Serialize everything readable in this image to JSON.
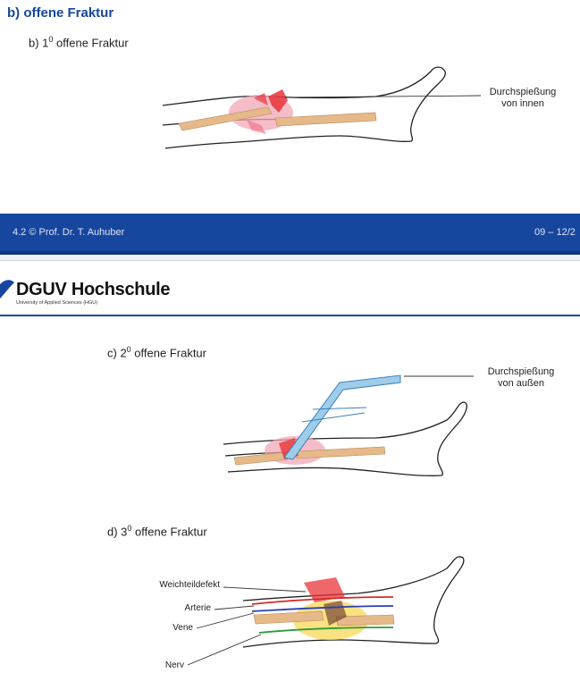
{
  "section": {
    "heading": "b) offene Fraktur"
  },
  "panel_b": {
    "prefix": "b) 1",
    "degree": "0",
    "suffix": " offene Fraktur",
    "label_line1": "Durchspießung",
    "label_line2": "von innen"
  },
  "footer": {
    "left": "4.2 © Prof. Dr. T. Auhuber",
    "right": "09 – 12/2"
  },
  "logo": {
    "name": "DGUV Hochschule",
    "tagline": "University of Applied Sciences (HGU)"
  },
  "panel_c": {
    "prefix": "c) 2",
    "degree": "0",
    "suffix": " offene Fraktur",
    "label_line1": "Durchspießung",
    "label_line2": "von außen"
  },
  "panel_d": {
    "prefix": "d) 3",
    "degree": "0",
    "suffix": " offene Fraktur",
    "labels": {
      "weichteildefekt": "Weichteildefekt",
      "arterie": "Arterie",
      "vene": "Vene",
      "nerv": "Nerv"
    }
  },
  "colors": {
    "brand_blue": "#17469e",
    "bone": "#e6b98a",
    "blood": "#e8343a",
    "pin": "#9ecdea",
    "artery": "#d42a2a",
    "vein": "#2a3fb8",
    "nerve": "#2e9b3a"
  }
}
